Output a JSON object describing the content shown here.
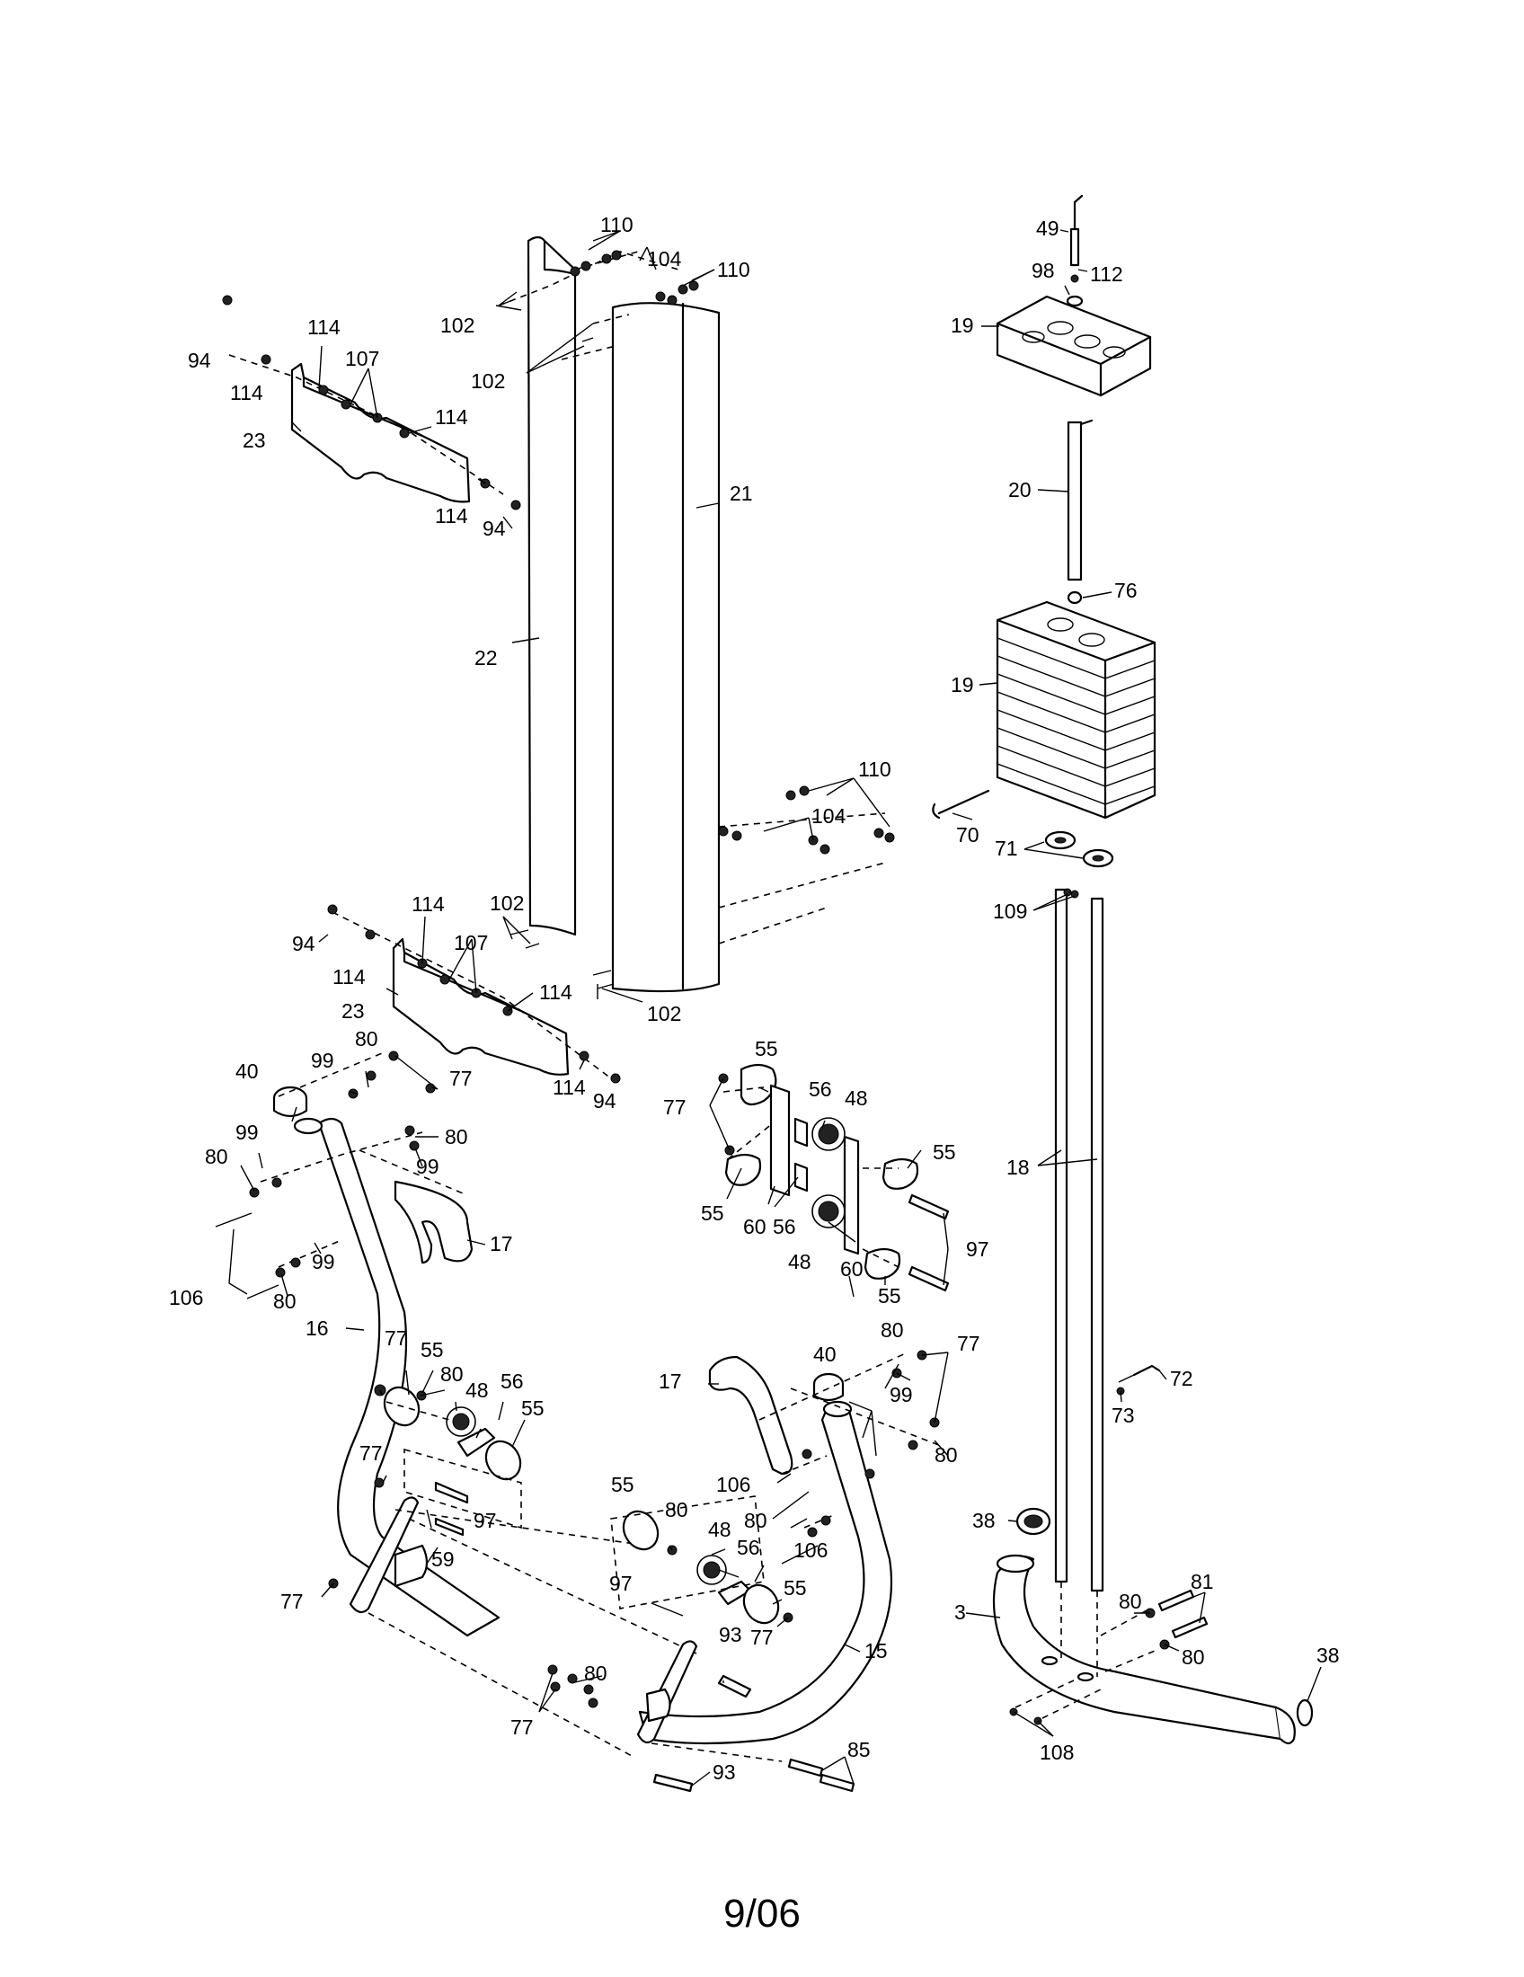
{
  "page": {
    "date": "9/06"
  },
  "callouts": [
    {
      "id": "c110a",
      "label": "110"
    },
    {
      "id": "c104a",
      "label": "104"
    },
    {
      "id": "c110b",
      "label": "110"
    },
    {
      "id": "c102a",
      "label": "102"
    },
    {
      "id": "c102b",
      "label": "102"
    },
    {
      "id": "c114a",
      "label": "114"
    },
    {
      "id": "c107a",
      "label": "107"
    },
    {
      "id": "c94a",
      "label": "94"
    },
    {
      "id": "c114b",
      "label": "114"
    },
    {
      "id": "c114c",
      "label": "114"
    },
    {
      "id": "c23a",
      "label": "23"
    },
    {
      "id": "c114d",
      "label": "114"
    },
    {
      "id": "c94b",
      "label": "94"
    },
    {
      "id": "c21",
      "label": "21"
    },
    {
      "id": "c22",
      "label": "22"
    },
    {
      "id": "c110c",
      "label": "110"
    },
    {
      "id": "c104b",
      "label": "104"
    },
    {
      "id": "c114e",
      "label": "114"
    },
    {
      "id": "c102c",
      "label": "102"
    },
    {
      "id": "c107b",
      "label": "107"
    },
    {
      "id": "c94c",
      "label": "94"
    },
    {
      "id": "c114f",
      "label": "114"
    },
    {
      "id": "c23b",
      "label": "23"
    },
    {
      "id": "c114g",
      "label": "114"
    },
    {
      "id": "c102d",
      "label": "102"
    },
    {
      "id": "c114h",
      "label": "114"
    },
    {
      "id": "c94d",
      "label": "94"
    },
    {
      "id": "c80a",
      "label": "80"
    },
    {
      "id": "c99a",
      "label": "99"
    },
    {
      "id": "c40a",
      "label": "40"
    },
    {
      "id": "c77a",
      "label": "77"
    },
    {
      "id": "c99b",
      "label": "99"
    },
    {
      "id": "c80b",
      "label": "80"
    },
    {
      "id": "c80c",
      "label": "80"
    },
    {
      "id": "c99c",
      "label": "99"
    },
    {
      "id": "c17a",
      "label": "17"
    },
    {
      "id": "c99d",
      "label": "99"
    },
    {
      "id": "c106a",
      "label": "106"
    },
    {
      "id": "c80d",
      "label": "80"
    },
    {
      "id": "c16",
      "label": "16"
    },
    {
      "id": "c55a",
      "label": "55"
    },
    {
      "id": "c56a",
      "label": "56"
    },
    {
      "id": "c77b",
      "label": "77"
    },
    {
      "id": "c48a",
      "label": "48"
    },
    {
      "id": "c55b",
      "label": "55"
    },
    {
      "id": "c55c",
      "label": "55"
    },
    {
      "id": "c60a",
      "label": "60"
    },
    {
      "id": "c56b",
      "label": "56"
    },
    {
      "id": "c48b",
      "label": "48"
    },
    {
      "id": "c60b",
      "label": "60"
    },
    {
      "id": "c55d",
      "label": "55"
    },
    {
      "id": "c97a",
      "label": "97"
    },
    {
      "id": "c77c",
      "label": "77"
    },
    {
      "id": "c55e",
      "label": "55"
    },
    {
      "id": "c80e",
      "label": "80"
    },
    {
      "id": "c48c",
      "label": "48"
    },
    {
      "id": "c56c",
      "label": "56"
    },
    {
      "id": "c55f",
      "label": "55"
    },
    {
      "id": "c77d",
      "label": "77"
    },
    {
      "id": "c97b",
      "label": "97"
    },
    {
      "id": "c59",
      "label": "59"
    },
    {
      "id": "c77e",
      "label": "77"
    },
    {
      "id": "c80f",
      "label": "80"
    },
    {
      "id": "c40b",
      "label": "40"
    },
    {
      "id": "c77f",
      "label": "77"
    },
    {
      "id": "c17b",
      "label": "17"
    },
    {
      "id": "c99e",
      "label": "99"
    },
    {
      "id": "c80g",
      "label": "80"
    },
    {
      "id": "c106b",
      "label": "106"
    },
    {
      "id": "c80h",
      "label": "80"
    },
    {
      "id": "c106c",
      "label": "106"
    },
    {
      "id": "c55g",
      "label": "55"
    },
    {
      "id": "c80i",
      "label": "80"
    },
    {
      "id": "c48d",
      "label": "48"
    },
    {
      "id": "c56d",
      "label": "56"
    },
    {
      "id": "c55h",
      "label": "55"
    },
    {
      "id": "c97c",
      "label": "97"
    },
    {
      "id": "c77g",
      "label": "77"
    },
    {
      "id": "c93a",
      "label": "93"
    },
    {
      "id": "c15",
      "label": "15"
    },
    {
      "id": "c80j",
      "label": "80"
    },
    {
      "id": "c77h",
      "label": "77"
    },
    {
      "id": "c93b",
      "label": "93"
    },
    {
      "id": "c85",
      "label": "85"
    },
    {
      "id": "c49",
      "label": "49"
    },
    {
      "id": "c98",
      "label": "98"
    },
    {
      "id": "c112",
      "label": "112"
    },
    {
      "id": "c19a",
      "label": "19"
    },
    {
      "id": "c20",
      "label": "20"
    },
    {
      "id": "c76",
      "label": "76"
    },
    {
      "id": "c19b",
      "label": "19"
    },
    {
      "id": "c70",
      "label": "70"
    },
    {
      "id": "c71",
      "label": "71"
    },
    {
      "id": "c109",
      "label": "109"
    },
    {
      "id": "c18",
      "label": "18"
    },
    {
      "id": "c72",
      "label": "72"
    },
    {
      "id": "c73",
      "label": "73"
    },
    {
      "id": "c38a",
      "label": "38"
    },
    {
      "id": "c80k",
      "label": "80"
    },
    {
      "id": "c81",
      "label": "81"
    },
    {
      "id": "c3",
      "label": "3"
    },
    {
      "id": "c80l",
      "label": "80"
    },
    {
      "id": "c38b",
      "label": "38"
    },
    {
      "id": "c108",
      "label": "108"
    }
  ]
}
